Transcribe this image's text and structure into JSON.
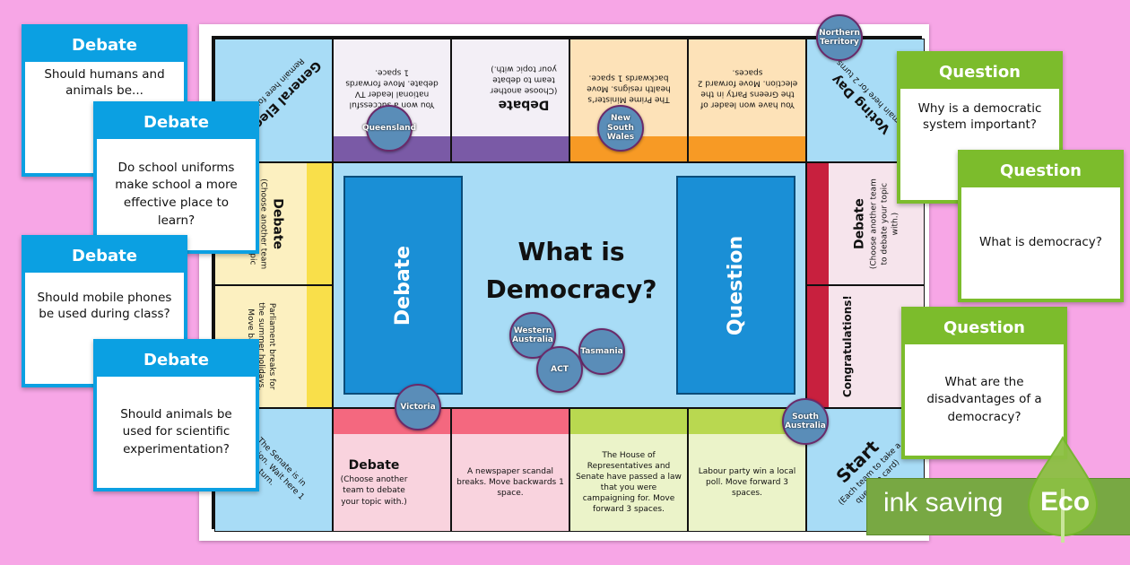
{
  "board": {
    "title": "What is Democracy?",
    "center_left_panel": "Debate",
    "center_right_panel": "Question",
    "corners": {
      "top_left": {
        "title": "General Election",
        "text": "Remain here for 2 turns."
      },
      "top_right": {
        "title": "Voting Day",
        "text": "Remain here for 2 turns."
      },
      "bottom_left": {
        "text": "The Senate is in session. Wait here 1 turn."
      },
      "bottom_right": {
        "title": "Start",
        "text": "(Each team to take a question card)"
      }
    },
    "top_row": [
      {
        "text": "You won a successful national leader TV debate. Move forwards 1 space."
      },
      {
        "title": "Debate",
        "text": "(Choose another team to debate your topic with.)"
      },
      {
        "text": "The Prime Minister's health resigns. Move backwards 1 space."
      },
      {
        "text": "You have won leader of the Greens Party in the election. Move forward 2 spaces."
      }
    ],
    "left_col": [
      {
        "title": "Debate",
        "text": "(Choose another team to debate your topic with.)"
      },
      {
        "text": "Parliament breaks for the summer holidays. Move backwards..."
      }
    ],
    "right_col": [
      {
        "title": "Debate",
        "text": "(Choose another team to debate your topic with.)"
      },
      {
        "title": "Congratulations!"
      }
    ],
    "bottom_row": [
      {
        "title": "Debate",
        "text": "(Choose another team to debate your topic with.)"
      },
      {
        "text": "A newspaper scandal breaks. Move backwards 1 space."
      },
      {
        "text": "The House of Representatives and Senate have passed a law that you were campaigning for. Move forward 3 spaces."
      },
      {
        "text": "Labour party win a local poll. Move forward 3 spaces."
      }
    ],
    "tokens": [
      "Queensland",
      "New South Wales",
      "Northern Territory",
      "Western Australia",
      "Tasmania",
      "ACT",
      "Victoria",
      "South Australia"
    ]
  },
  "debate_cards": [
    {
      "header": "Debate",
      "text": "Should humans and animals be..."
    },
    {
      "header": "Debate",
      "text": "Do school uniforms make school a more effective place to learn?"
    },
    {
      "header": "Debate",
      "text": "Should mobile phones be used during class?"
    },
    {
      "header": "Debate",
      "text": "Should animals be used for scientific experimentation?"
    }
  ],
  "question_cards": [
    {
      "header": "Question",
      "text": "Why is a democratic system important?"
    },
    {
      "header": "Question",
      "text": "What is democracy?"
    },
    {
      "header": "Question",
      "text": "What are the disadvantages of a democracy?"
    }
  ],
  "badge": {
    "text": "ink saving",
    "label": "Eco"
  },
  "colors": {
    "background": "#f7a6e6",
    "debate": "#0ba0e2",
    "question": "#7cbc2c",
    "center": "#a8dcf6",
    "purple": "#7a5aa6",
    "orange": "#f79a25",
    "yellow": "#f9df4a",
    "red": "#c8203e",
    "pink": "#f4687f",
    "lime": "#b9d850"
  }
}
